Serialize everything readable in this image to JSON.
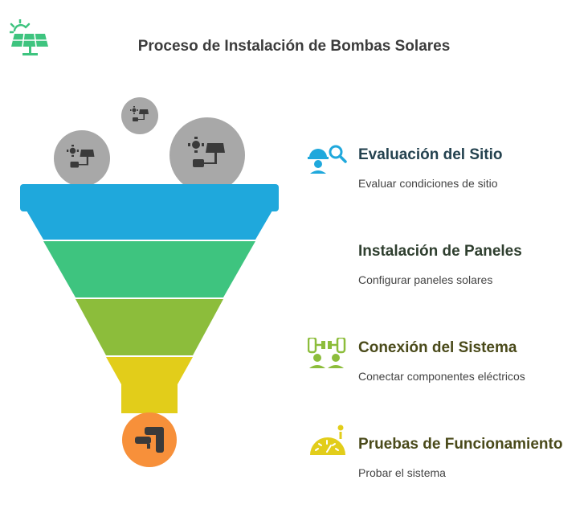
{
  "title": "Proceso de Instalación de Bombas Solares",
  "colors": {
    "blue": "#1fa8dc",
    "green": "#3ec47f",
    "lime": "#8cbd3b",
    "yellow": "#e2cd1a",
    "orange": "#f7903a",
    "gray_bubble": "#a8a8a8",
    "heading_blue": "#24424f",
    "heading_dark": "#2f3f2f",
    "heading_olive": "#4a4a1a"
  },
  "steps": [
    {
      "heading": "Evaluación del Sitio",
      "description": "Evaluar condiciones de sitio",
      "icon": "engineer-search-icon",
      "color": "#1fa8dc"
    },
    {
      "heading": "Instalación de Paneles",
      "description": "Configurar paneles solares",
      "icon": "",
      "color": "#3ec47f"
    },
    {
      "heading": "Conexión del Sistema",
      "description": "Conectar componentes eléctricos",
      "icon": "people-plug-icon",
      "color": "#8cbd3b"
    },
    {
      "heading": "Pruebas de Funcionamiento",
      "description": "Probar el sistema",
      "icon": "gauge-icon",
      "color": "#e2cd1a"
    }
  ]
}
